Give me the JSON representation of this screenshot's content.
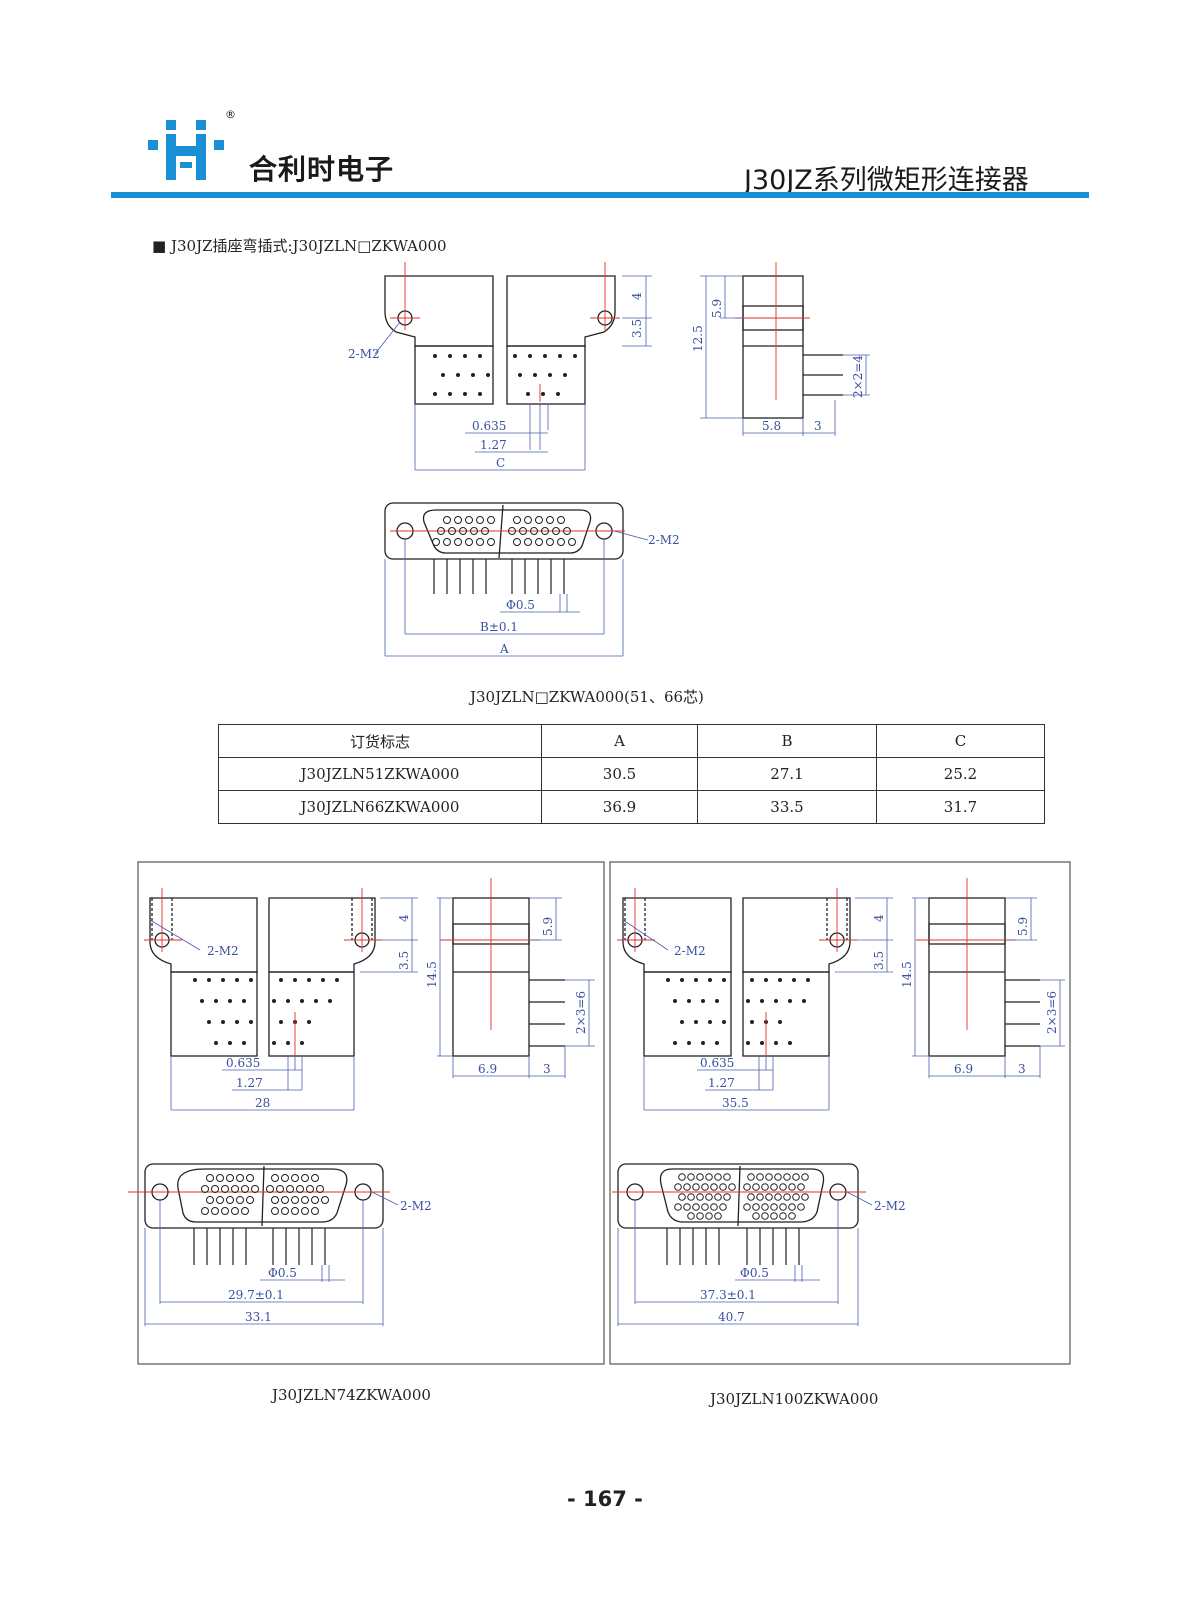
{
  "header": {
    "brand_name": "合利时电子",
    "registered_mark": "®",
    "series_title": "J30JZ系列微矩形连接器",
    "accent_color": "#1a8fd6"
  },
  "section": {
    "bullet": "■",
    "title": "J30JZ插座弯插式:J30JZLN□ZKWA000"
  },
  "drawing1": {
    "dims": {
      "d4": "4",
      "d35": "3.5",
      "d59": "5.9",
      "d125": "12.5",
      "d2x2": "2×2=4",
      "d58": "5.8",
      "d3": "3",
      "p0635": "0.635",
      "p127": "1.27",
      "C": "C",
      "m2a": "2-M2",
      "m2b": "2-M2",
      "phi": "Φ0.5",
      "B": "B±0.1",
      "A": "A"
    },
    "caption": "J30JZLN□ZKWA000(51、66芯)"
  },
  "table": {
    "headers": [
      "订货标志",
      "A",
      "B",
      "C"
    ],
    "rows": [
      [
        "J30JZLN51ZKWA000",
        "30.5",
        "27.1",
        "25.2"
      ],
      [
        "J30JZLN66ZKWA000",
        "36.9",
        "33.5",
        "31.7"
      ]
    ]
  },
  "drawing74": {
    "dims": {
      "m2top": "2-M2",
      "d4": "4",
      "d35": "3.5",
      "d145": "14.5",
      "d59": "5.9",
      "d2x3": "2×3=6",
      "d69": "6.9",
      "d3": "3",
      "p0635": "0.635",
      "p127": "1.27",
      "w": "28",
      "m2b": "2-M2",
      "phi": "Φ0.5",
      "B": "29.7±0.1",
      "A": "33.1"
    },
    "caption": "J30JZLN74ZKWA000"
  },
  "drawing100": {
    "dims": {
      "m2top": "2-M2",
      "d4": "4",
      "d35": "3.5",
      "d145": "14.5",
      "d59": "5.9",
      "d2x3": "2×3=6",
      "d69": "6.9",
      "d3": "3",
      "p0635": "0.635",
      "p127": "1.27",
      "w": "35.5",
      "m2b": "2-M2",
      "phi": "Φ0.5",
      "B": "37.3±0.1",
      "A": "40.7"
    },
    "caption": "J30JZLN100ZKWA000"
  },
  "footer": {
    "page_number": "- 167 -"
  }
}
